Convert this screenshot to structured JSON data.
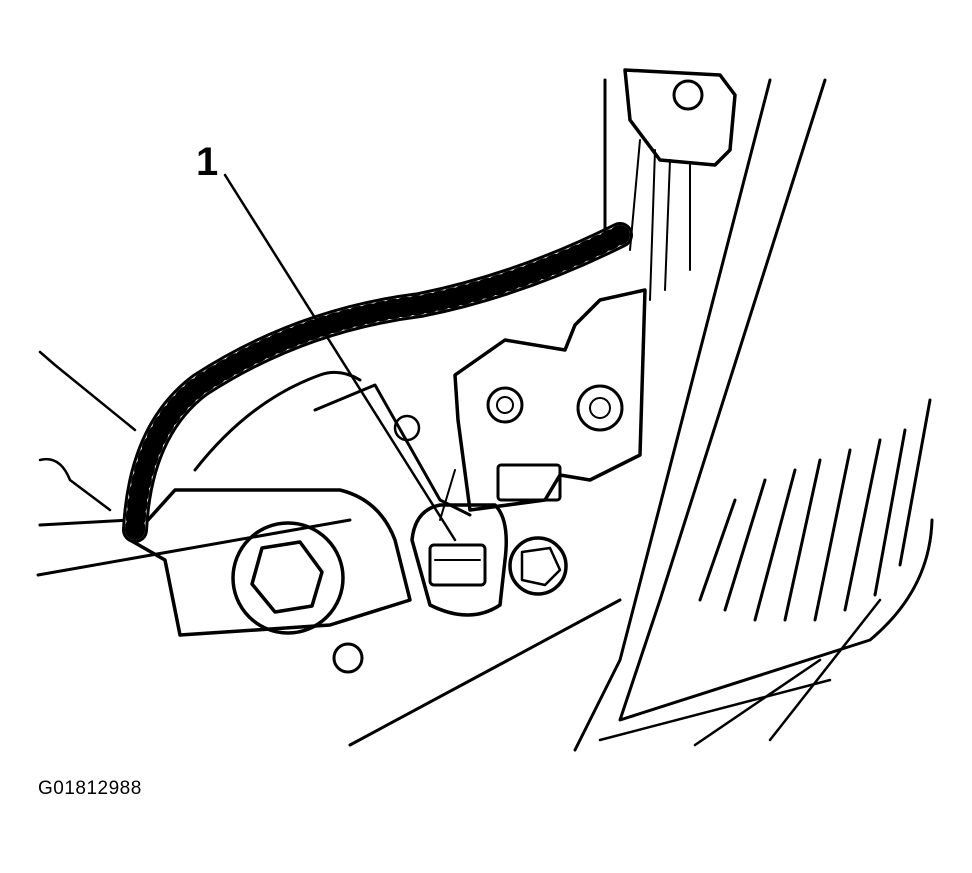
{
  "diagram": {
    "callouts": [
      {
        "label": "1",
        "target": "sensor-connector"
      }
    ],
    "figure_id": "G01812988"
  }
}
